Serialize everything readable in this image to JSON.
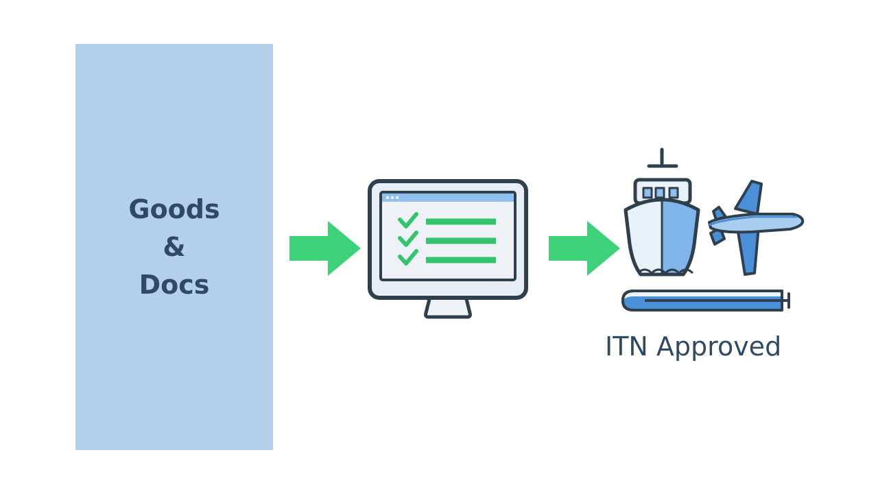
{
  "goods_box": {
    "lines": [
      "Goods",
      "&",
      "Docs"
    ]
  },
  "monitor": {
    "checklist_items": 3
  },
  "status": {
    "label": "ITN Approved"
  },
  "icons": {
    "flow_arrow": "right-arrow-icon",
    "screen": "computer-monitor-icon",
    "check": "checkmark-icon",
    "ship": "ship-icon",
    "plane": "airplane-icon",
    "train": "train-icon"
  },
  "colors": {
    "box_fill": "#b3d0e8",
    "text": "#2f4a62",
    "arrow": "#3dd17a",
    "check": "#34c46e",
    "outline": "#2f3f4c",
    "accent_blue": "#4a90d9",
    "light_blue": "#a9cdef"
  }
}
